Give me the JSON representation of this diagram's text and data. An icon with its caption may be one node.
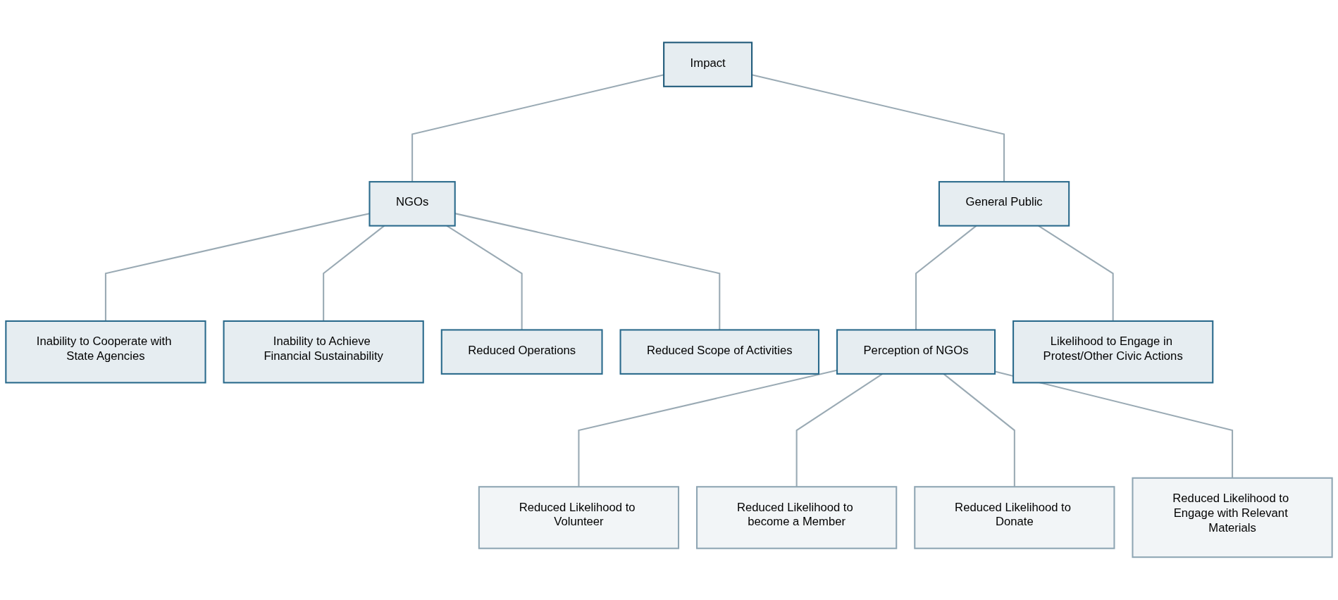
{
  "diagram": {
    "nodes": [
      {
        "text": [
          "Impact"
        ]
      },
      {
        "text": [
          "NGOs"
        ]
      },
      {
        "text": [
          "General Public"
        ]
      },
      {
        "text": [
          "Inability to Cooperate with State Agencies"
        ]
      },
      {
        "text": [
          "Inability to Achieve Financial Sustainability"
        ]
      },
      {
        "text": [
          "Reduced Operations"
        ]
      },
      {
        "text": [
          "Reduced Scope of Activities"
        ]
      },
      {
        "text": [
          "Perception of NGOs"
        ]
      },
      {
        "text": [
          "Likelihood to Engage in Protest/Other Civic Actions"
        ]
      },
      {
        "text": [
          "Reduced Likelihood to Volunteer"
        ]
      },
      {
        "text": [
          "Reduced Likelihood to become a Member"
        ]
      },
      {
        "text": [
          "Reduced Likelihood to Donate"
        ]
      },
      {
        "text": [
          "Reduced Likelihood to Engage with Relevant Materials"
        ]
      }
    ],
    "edges": [
      {
        "from": 0,
        "to": 1,
        "arrow": "none"
      },
      {
        "from": 0,
        "to": 2,
        "arrow": "none"
      },
      {
        "from": 1,
        "to": 3,
        "arrow": "none"
      },
      {
        "from": 1,
        "to": 4,
        "arrow": "none"
      },
      {
        "from": 1,
        "to": 5,
        "arrow": "none"
      },
      {
        "from": 1,
        "to": 6,
        "arrow": "none"
      },
      {
        "from": 2,
        "to": 7,
        "arrow": "none"
      },
      {
        "from": 2,
        "to": 8,
        "arrow": "none"
      },
      {
        "from": 7,
        "to": 9,
        "arrow": "none"
      },
      {
        "from": 7,
        "to": 10,
        "arrow": "none"
      },
      {
        "from": 7,
        "to": 11,
        "arrow": "none"
      },
      {
        "from": 7,
        "to": 12,
        "arrow": "none"
      }
    ]
  }
}
